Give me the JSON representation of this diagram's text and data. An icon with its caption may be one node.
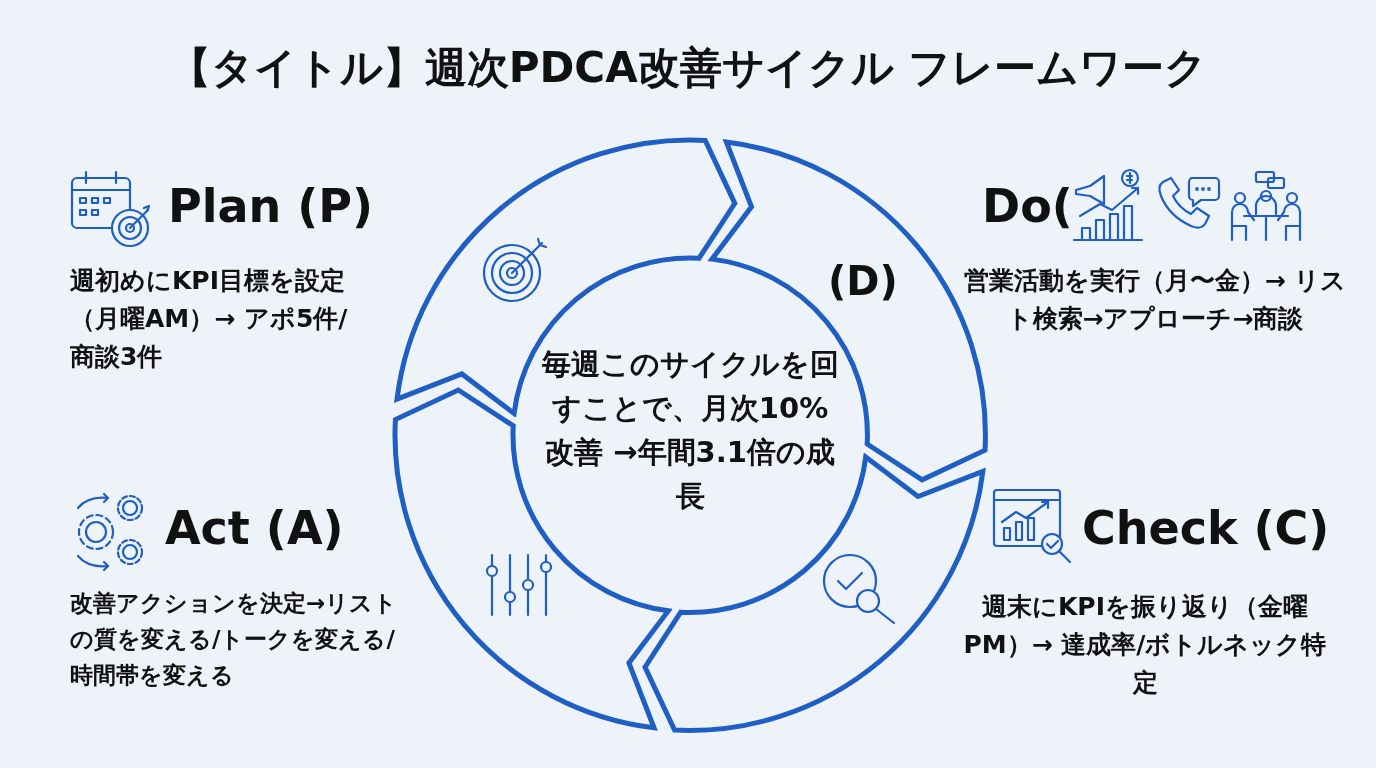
{
  "diagram": {
    "title": "【タイトル】週次PDCA改善サイクル フレームワーク",
    "nodes": [
      {
        "text": [],
        "shape": "arc"
      },
      {
        "text": [
          "(D)"
        ]
      },
      {
        "text": [],
        "shape": "arc"
      },
      {
        "text": [],
        "shape": "arc"
      }
    ],
    "labels": [
      "Plan (P)",
      "週初めにKPI目標を設定（月曜AM）→ アポ5件/商談3件",
      "Do(",
      "営業活動を実行（月〜金）→ リスト検索→アプローチ→商談",
      "毎週このサイクルを回すことで、月次10%改善 →年間3.1倍の成長",
      "Act (A)",
      "改善アクションを決定→リストの質を変える/トークを変える/時間帯を変える",
      "Check (C)",
      "週末にKPIを振り返り（金曜PM）→ 達成率/ボトルネック特定"
    ]
  }
}
